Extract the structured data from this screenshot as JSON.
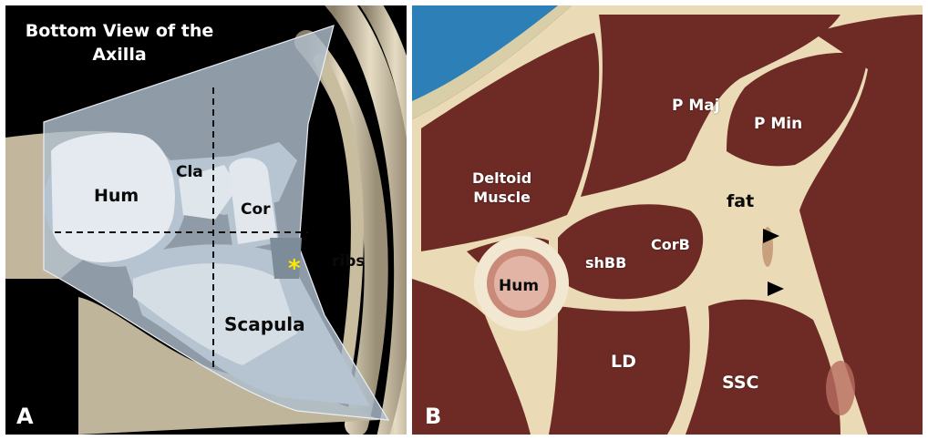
{
  "panel_a": {
    "title_line1": "Bottom View of the",
    "title_line2": "Axilla",
    "letter": "A",
    "labels": {
      "hum": "Hum",
      "cla": "Cla",
      "cor": "Cor",
      "ribs": "ribs",
      "scapula": "Scapula",
      "asterisk": "*"
    },
    "colors": {
      "background": "#000000",
      "bone_overlay": "#aebdcc",
      "asterisk": "#ffe600"
    }
  },
  "panel_b": {
    "letter": "B",
    "labels": {
      "p_maj": "P Maj",
      "p_min": "P Min",
      "deltoid_line1": "Deltoid",
      "deltoid_line2": "Muscle",
      "fat": "fat",
      "corb": "CorB",
      "shbb": "shBB",
      "hum": "Hum",
      "ld": "LD",
      "ssc": "SSC"
    },
    "colors": {
      "muscle": "#6e2a24",
      "fat": "#eadbb6",
      "water": "#2d7fb8"
    }
  }
}
